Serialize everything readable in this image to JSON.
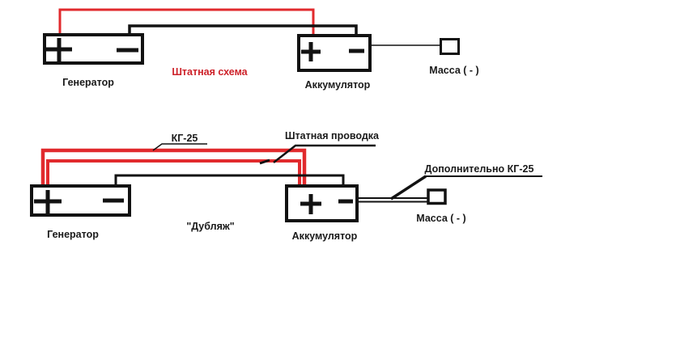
{
  "colors": {
    "background": "#ffffff",
    "wire_red": "#e12a2d",
    "wire_black": "#121212",
    "title_red": "#cd2129",
    "text_black": "#1a1a1a"
  },
  "top_schematic": {
    "title": "Штатная схема",
    "generator_label": "Генератор",
    "battery_label": "Аккумулятор",
    "ground_label": "Масса ( - )"
  },
  "bottom_schematic": {
    "title": "\"Дубляж\"",
    "cable_label": "КГ-25",
    "stock_wiring_label": "Штатная проводка",
    "additional_cable_label": "Дополнительно КГ-25",
    "generator_label": "Генератор",
    "battery_label": "Аккумулятор",
    "ground_label": "Масса ( - )"
  }
}
